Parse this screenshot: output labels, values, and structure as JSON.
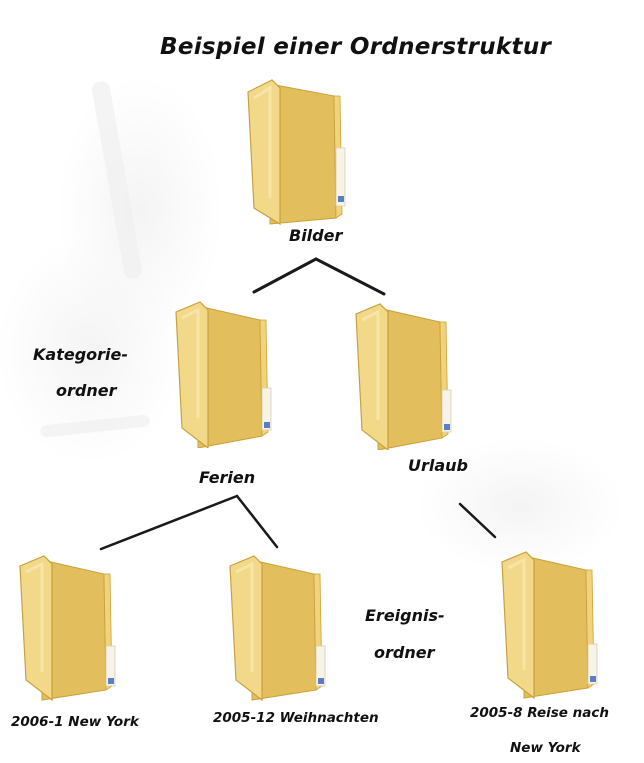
{
  "title": "Beispiel einer Ordnerstruktur",
  "folders": {
    "root": {
      "label": "Bilder",
      "icon": "folder-icon"
    },
    "ferien": {
      "label": "Ferien",
      "icon": "folder-icon"
    },
    "urlaub": {
      "label": "Urlaub",
      "icon": "folder-icon"
    },
    "newyork": {
      "label": "2006-1 New York",
      "icon": "folder-icon"
    },
    "weihnachten": {
      "label": "2005-12 Weihnachten",
      "icon": "folder-icon"
    },
    "reise": {
      "label_line1": "2005-8 Reise nach",
      "label_line2": "New York",
      "icon": "folder-icon"
    }
  },
  "annotations": {
    "category_line1": "Kategorie-",
    "category_line2": "ordner",
    "event_line1": "Ereignis-",
    "event_line2": "ordner"
  },
  "colors": {
    "folder_front": "#f2d98a",
    "folder_back": "#e2bf5c",
    "folder_edge": "#c9a13c",
    "connector": "#1a1a1a"
  }
}
